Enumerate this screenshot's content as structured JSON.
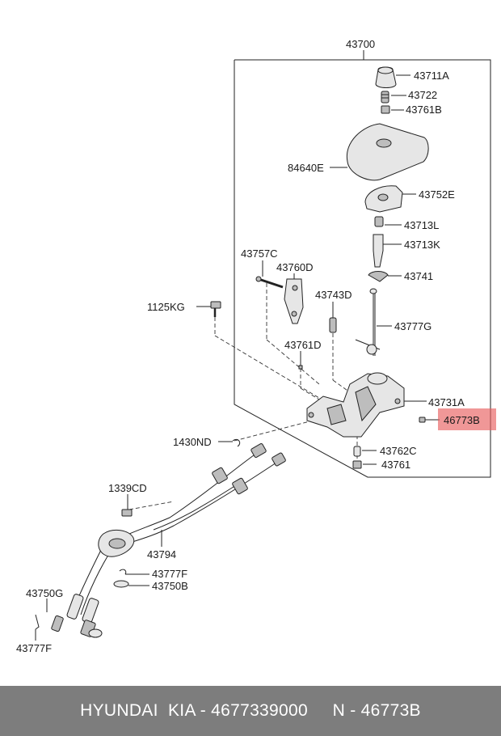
{
  "labels": {
    "assembly": "43700",
    "knob": "43711A",
    "spring": "43722",
    "nut_top": "43761B",
    "boot": "84640E",
    "bracket_top": "43752E",
    "bush_1": "43713L",
    "bush_2": "43713K",
    "clip": "43741",
    "bolt_pin": "43757C",
    "lever_plate": "43760D",
    "connector": "43743D",
    "lever": "43777G",
    "bolt_left": "1125KG",
    "nut_mid": "43761D",
    "housing": "43731A",
    "highlighted": "46773B",
    "bushing_bottom": "43762C",
    "nut_bottom": "43761",
    "cable_clip": "1430ND",
    "bracket_clip": "1339CD",
    "cable": "43794",
    "pin_1": "43777F",
    "washer": "43750B",
    "end_bush": "43750G",
    "pin_2": "43777F"
  },
  "footer": {
    "text": "HYUNDAI  KIA - 4677339000     N - 46773B"
  },
  "colors": {
    "highlight": "#e86060",
    "footer_bg": "#7d7d7d"
  }
}
